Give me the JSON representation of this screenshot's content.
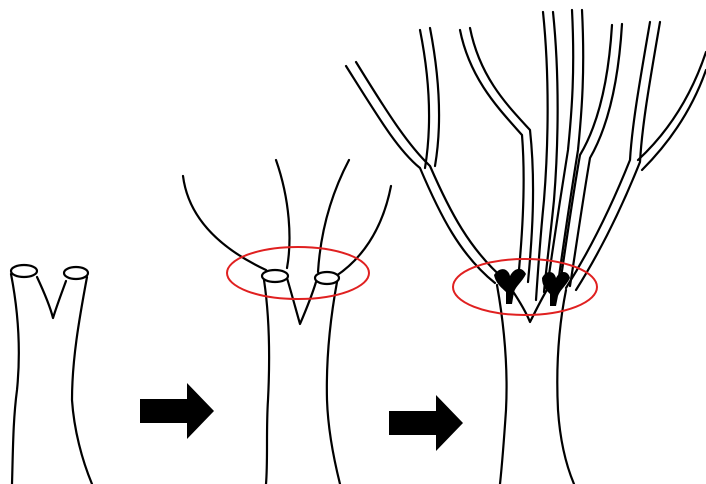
{
  "figure": {
    "panels": [
      {
        "id": "stage-1",
        "depicts": "cut-trunk-stubs",
        "cut_stubs": 2
      },
      {
        "id": "stage-2",
        "depicts": "regrowth-shoots",
        "cut_stubs": 2,
        "shoots": 4,
        "highlight_ring": true
      },
      {
        "id": "stage-3",
        "depicts": "mature-branches",
        "cut_stubs": 2,
        "shoots": 7,
        "highlight_ring": true
      }
    ],
    "arrows": 2,
    "colors": {
      "line": "#000000",
      "highlight_ring": "#e02020",
      "background": "#ffffff",
      "arrow": "#000000"
    }
  }
}
